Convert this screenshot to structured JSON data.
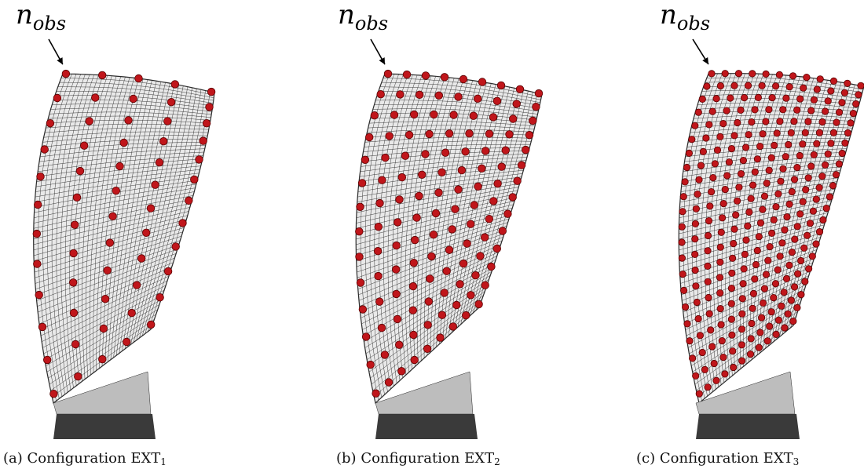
{
  "figure": {
    "annotation": {
      "symbol": "n",
      "subscript": "obs"
    },
    "panels": [
      {
        "tag": "(a)",
        "caption_text": "Configuration EXT",
        "caption_sub": "1",
        "grid": "sparse"
      },
      {
        "tag": "(b)",
        "caption_text": "Configuration EXT",
        "caption_sub": "2",
        "grid": "medium"
      },
      {
        "tag": "(c)",
        "caption_text": "Configuration EXT",
        "caption_sub": "3",
        "grid": "dense"
      }
    ],
    "colors": {
      "marker": "#c0161b",
      "mesh_fill": "#e9e9e9",
      "mesh_line": "#2a2a2a",
      "base": "#3a3a3a"
    }
  }
}
